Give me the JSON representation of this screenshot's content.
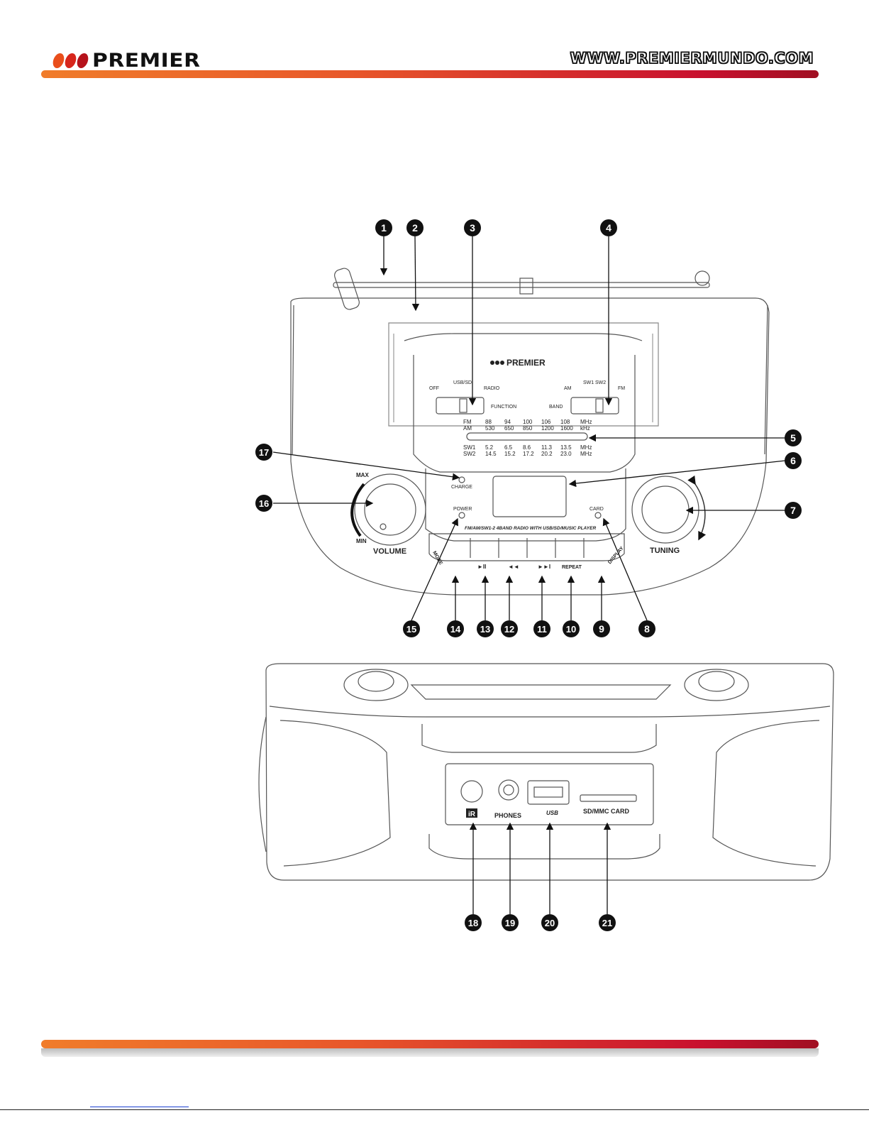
{
  "header": {
    "brand": "PREMIER",
    "website": "WWW.PREMIERMUNDO.COM",
    "dot_colors": [
      "#e94e1b",
      "#d7261c",
      "#b5121b"
    ]
  },
  "radio_front": {
    "brand_label": "PREMIER",
    "function_switch": {
      "off": "OFF",
      "usb_sd": "USB/SD",
      "radio": "RADIO",
      "label": "FUNCTION"
    },
    "band_switch": {
      "am": "AM",
      "sw1": "SW1",
      "sw2": "SW2",
      "fm": "FM",
      "label": "BAND"
    },
    "dial_scale": [
      {
        "band": "FM",
        "values": [
          "88",
          "94",
          "100",
          "106",
          "108"
        ],
        "unit": "MHz"
      },
      {
        "band": "AM",
        "values": [
          "530",
          "650",
          "850",
          "1200",
          "1600"
        ],
        "unit": "kHz"
      },
      {
        "band": "SW1",
        "values": [
          "5.2",
          "6.5",
          "8.6",
          "11.3",
          "13.5"
        ],
        "unit": "MHz"
      },
      {
        "band": "SW2",
        "values": [
          "14.5",
          "15.2",
          "17.2",
          "20.2",
          "23.0"
        ],
        "unit": "MHz"
      }
    ],
    "indicators": {
      "charge": "CHARGE",
      "power": "POWER",
      "card": "CARD"
    },
    "product_line": "FM/AM/SW1-2 4BAND RADIO WITH USB/SD/MUSIC PLAYER",
    "volume": {
      "max": "MAX",
      "min": "MIN",
      "label": "VOLUME"
    },
    "tuning": {
      "label": "TUNING"
    },
    "buttons": {
      "mode": "MODE",
      "play_pause": "►II",
      "prev": "◄◄",
      "next": "►►I",
      "repeat": "REPEAT",
      "display": "DISPLAY"
    }
  },
  "radio_rear": {
    "ir": "iR",
    "phones": "PHONES",
    "usb": "USB",
    "card": "SD/MMC CARD"
  },
  "callouts": [
    "1",
    "2",
    "3",
    "4",
    "5",
    "6",
    "7",
    "8",
    "9",
    "10",
    "11",
    "12",
    "13",
    "14",
    "15",
    "16",
    "17",
    "18",
    "19",
    "20",
    "21"
  ]
}
